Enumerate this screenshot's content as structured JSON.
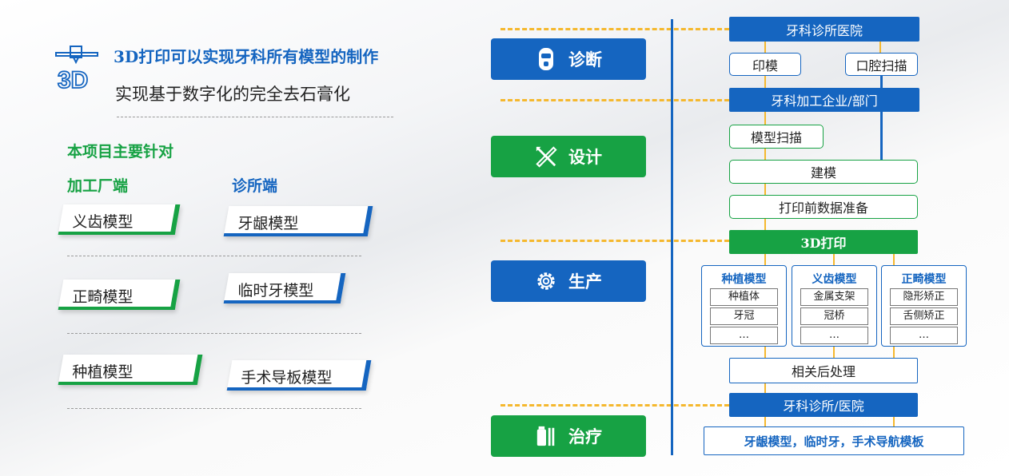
{
  "header": {
    "line1": "3D打印可以实现牙科所有模型的制作",
    "line2": "实现基于数字化的完全去石膏化",
    "icon": "3d-printer-icon"
  },
  "targets": {
    "heading": "本项目主要针对",
    "left_col": "加工厂端",
    "right_col": "诊所端",
    "rows": [
      {
        "left": "义齿模型",
        "right": "牙龈模型"
      },
      {
        "left": "正畸模型",
        "right": "临时牙模型"
      },
      {
        "left": "种植模型",
        "right": "手术导板模型"
      }
    ]
  },
  "stages": [
    {
      "label": "诊断",
      "icon": "scanner-icon",
      "color": "#1565c0"
    },
    {
      "label": "设计",
      "icon": "pencil-ruler-icon",
      "color": "#17a244"
    },
    {
      "label": "生产",
      "icon": "gear-icon",
      "color": "#1565c0"
    },
    {
      "label": "治疗",
      "icon": "bottle-icon",
      "color": "#17a244"
    }
  ],
  "flow": {
    "clinic_top": "牙科诊所医院",
    "impression": "印模",
    "intraoral_scan": "口腔扫描",
    "lab": "牙科加工企业/部门",
    "model_scan": "模型扫描",
    "modeling": "建模",
    "prep": "打印前数据准备",
    "print": "3D打印",
    "categories": [
      {
        "title": "种植模型",
        "items": [
          "种植体",
          "牙冠",
          "…"
        ]
      },
      {
        "title": "义齿模型",
        "items": [
          "金属支架",
          "冠桥",
          "…"
        ]
      },
      {
        "title": "正畸模型",
        "items": [
          "隐形矫正",
          "舌侧矫正",
          "…"
        ]
      }
    ],
    "post": "相关后处理",
    "clinic_bottom": "牙科诊所/医院",
    "output": "牙龈模型，临时牙，手术导航模板"
  },
  "colors": {
    "blue": "#1565c0",
    "green": "#17a244",
    "yellow": "#f5b82e"
  }
}
